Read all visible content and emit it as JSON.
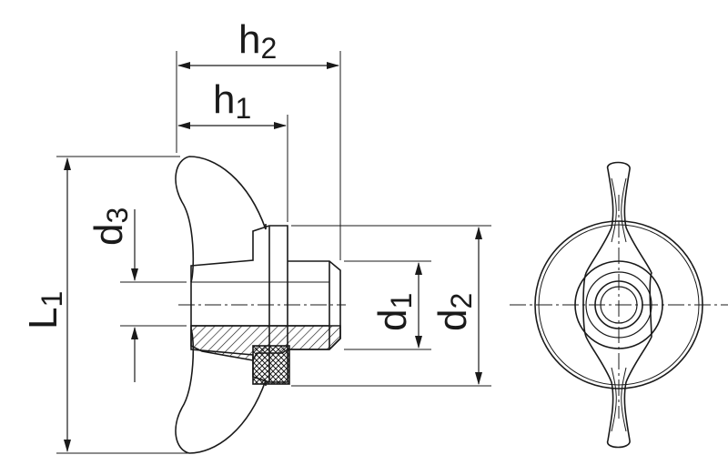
{
  "dimensions": {
    "h2": {
      "main": "h",
      "sub": "2"
    },
    "h1": {
      "main": "h",
      "sub": "1"
    },
    "d3": {
      "main": "d",
      "sub": "3"
    },
    "L1": {
      "main": "L",
      "sub": "1"
    },
    "d1": {
      "main": "d",
      "sub": "1"
    },
    "d2": {
      "main": "d",
      "sub": "2"
    }
  },
  "colors": {
    "line": "#1a1a1a",
    "background": "#ffffff"
  }
}
